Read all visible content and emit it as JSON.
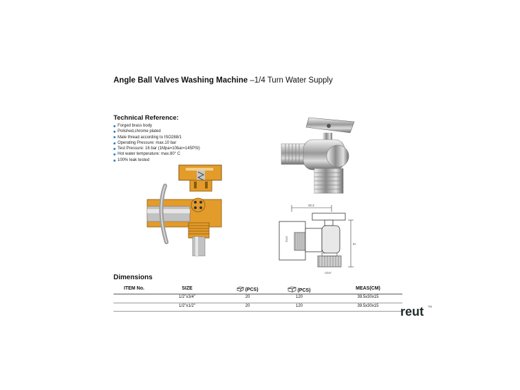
{
  "page": {
    "title_bold": "Angle Ball Valves Washing Machine",
    "title_rest": " –1/4 Turn Water Supply"
  },
  "technical": {
    "heading": "Technical Reference:",
    "items": [
      "Forged brass body",
      "Polished,chrome plated",
      "Male thread according to ISO288/1",
      "Operating Pressure: max.10 bar",
      "Test Pressure: 16 bar (1Mpa=10bar=145PSI)",
      "Hot water temperature: max.80° C",
      "100% leak tested"
    ]
  },
  "drawing_labels": {
    "top_dim": "42.2",
    "left_dim": "G1/2",
    "height_dim": "62",
    "thread_dim": "G3/4\""
  },
  "dimensions": {
    "heading": "Dimensions",
    "columns": {
      "item_no": "ITEM No.",
      "size": "SIZE",
      "pcs1": "(PCS)",
      "pcs2": "(PCS)",
      "meas": "MEAS(CM)"
    },
    "rows": [
      {
        "item_no": "",
        "size": "1/2\"x3/4\"",
        "pcs1": "20",
        "pcs2": "120",
        "meas": "39.5x30x15"
      },
      {
        "item_no": "",
        "size": "1/2\"x1/2\"",
        "pcs1": "20",
        "pcs2": "120",
        "meas": "39.5x30x15"
      }
    ]
  },
  "brand": {
    "logo_text": "reut",
    "mark": "TM"
  },
  "colors": {
    "bullet": "#2a7fbf",
    "cutaway_brass": "#e39b2a",
    "cutaway_steel": "#b7b7b7"
  }
}
